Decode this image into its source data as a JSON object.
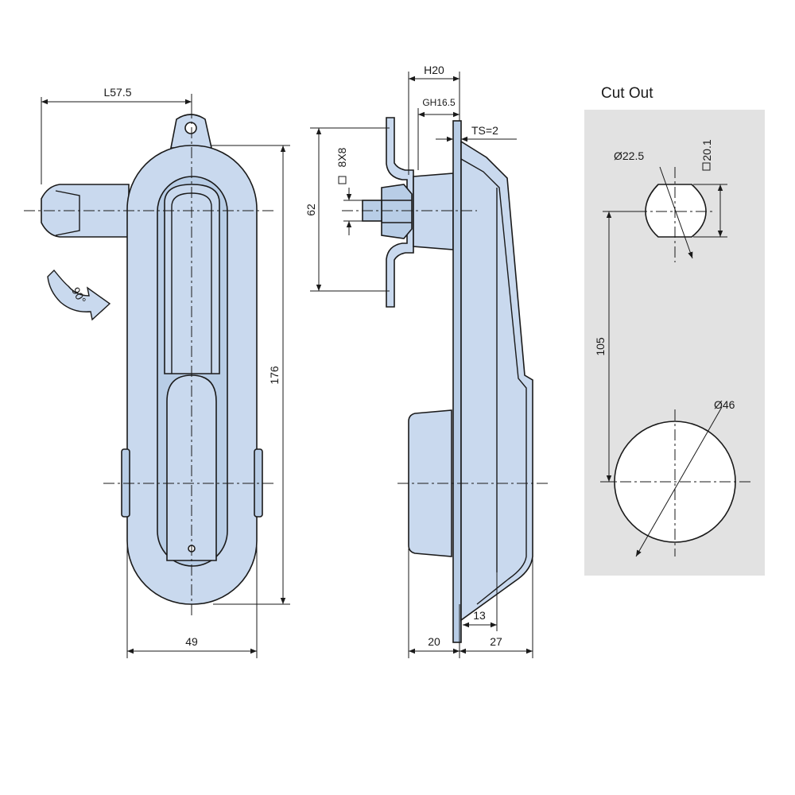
{
  "front_view": {
    "length_label": "L57.5",
    "height_label": "176",
    "width_label": "49",
    "rotation_label": "90°"
  },
  "side_view": {
    "h_label": "H20",
    "gh_label": "GH16.5",
    "ts_label": "TS=2",
    "square_label": "8X8",
    "cam_height_label": "62",
    "depth_back_label": "20",
    "depth_front_label": "27",
    "step_label": "13"
  },
  "cutout": {
    "title": "Cut Out",
    "small_diameter_label": "Ø22.5",
    "small_flat_label": "20.1",
    "distance_label": "105",
    "large_diameter_label": "Ø46",
    "panel_color": "#e2e2e2"
  },
  "colors": {
    "part_fill": "#c9d9ee",
    "line": "#1a1a1a"
  }
}
